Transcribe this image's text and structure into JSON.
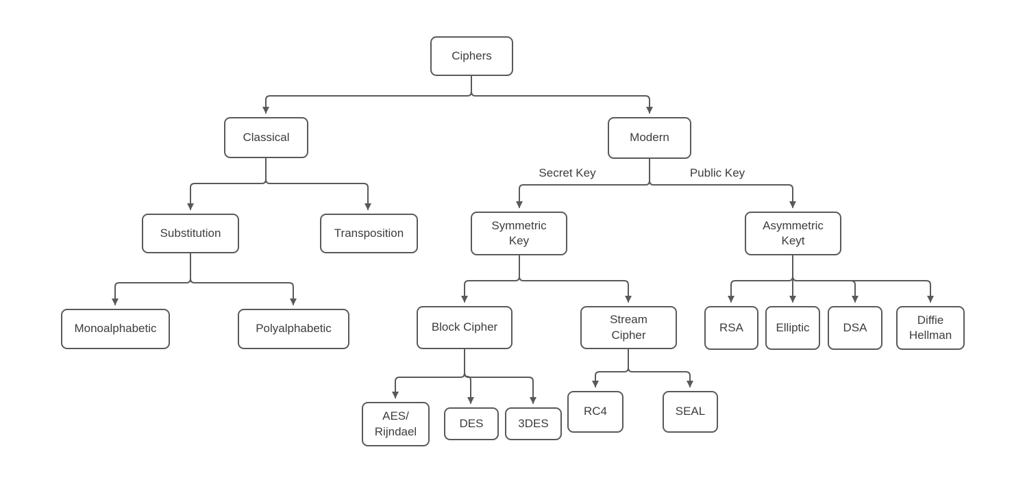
{
  "diagram": {
    "title": "Ciphers classification tree",
    "colors": {
      "node_fill": "#ffffff",
      "node_border": "#595959",
      "connector": "#595959",
      "text": "#3c3c3c",
      "background": "#ffffff"
    },
    "nodes": {
      "ciphers": {
        "label": "Ciphers"
      },
      "classical": {
        "label": "Classical"
      },
      "modern": {
        "label": "Modern"
      },
      "substitution": {
        "label": "Substitution"
      },
      "transposition": {
        "label": "Transposition"
      },
      "symmetric_key": {
        "label": "Symmetric\nKey"
      },
      "asymmetric_key": {
        "label": "Asymmetric\nKeyt"
      },
      "monoalphabetic": {
        "label": "Monoalphabetic"
      },
      "polyalphabetic": {
        "label": "Polyalphabetic"
      },
      "block_cipher": {
        "label": "Block Cipher"
      },
      "stream_cipher": {
        "label": "Stream\nCipher"
      },
      "rsa": {
        "label": "RSA"
      },
      "elliptic": {
        "label": "Elliptic"
      },
      "dsa": {
        "label": "DSA"
      },
      "diffie_hellman": {
        "label": "Diffie\nHellman"
      },
      "aes_rijndael": {
        "label": "AES/\nRijndael"
      },
      "des": {
        "label": "DES"
      },
      "3des": {
        "label": "3DES"
      },
      "rc4": {
        "label": "RC4"
      },
      "seal": {
        "label": "SEAL"
      }
    },
    "edge_labels": {
      "secret_key": "Secret Key",
      "public_key": "Public Key"
    },
    "edges": [
      {
        "from": "ciphers",
        "to": "classical",
        "label": ""
      },
      {
        "from": "ciphers",
        "to": "modern",
        "label": ""
      },
      {
        "from": "classical",
        "to": "substitution",
        "label": ""
      },
      {
        "from": "classical",
        "to": "transposition",
        "label": ""
      },
      {
        "from": "modern",
        "to": "symmetric_key",
        "label": "Secret Key"
      },
      {
        "from": "modern",
        "to": "asymmetric_key",
        "label": "Public Key"
      },
      {
        "from": "substitution",
        "to": "monoalphabetic",
        "label": ""
      },
      {
        "from": "substitution",
        "to": "polyalphabetic",
        "label": ""
      },
      {
        "from": "symmetric_key",
        "to": "block_cipher",
        "label": ""
      },
      {
        "from": "symmetric_key",
        "to": "stream_cipher",
        "label": ""
      },
      {
        "from": "asymmetric_key",
        "to": "rsa",
        "label": ""
      },
      {
        "from": "asymmetric_key",
        "to": "elliptic",
        "label": ""
      },
      {
        "from": "asymmetric_key",
        "to": "dsa",
        "label": ""
      },
      {
        "from": "asymmetric_key",
        "to": "diffie_hellman",
        "label": ""
      },
      {
        "from": "block_cipher",
        "to": "aes_rijndael",
        "label": ""
      },
      {
        "from": "block_cipher",
        "to": "des",
        "label": ""
      },
      {
        "from": "block_cipher",
        "to": "3des",
        "label": ""
      },
      {
        "from": "stream_cipher",
        "to": "rc4",
        "label": ""
      },
      {
        "from": "stream_cipher",
        "to": "seal",
        "label": ""
      }
    ]
  }
}
